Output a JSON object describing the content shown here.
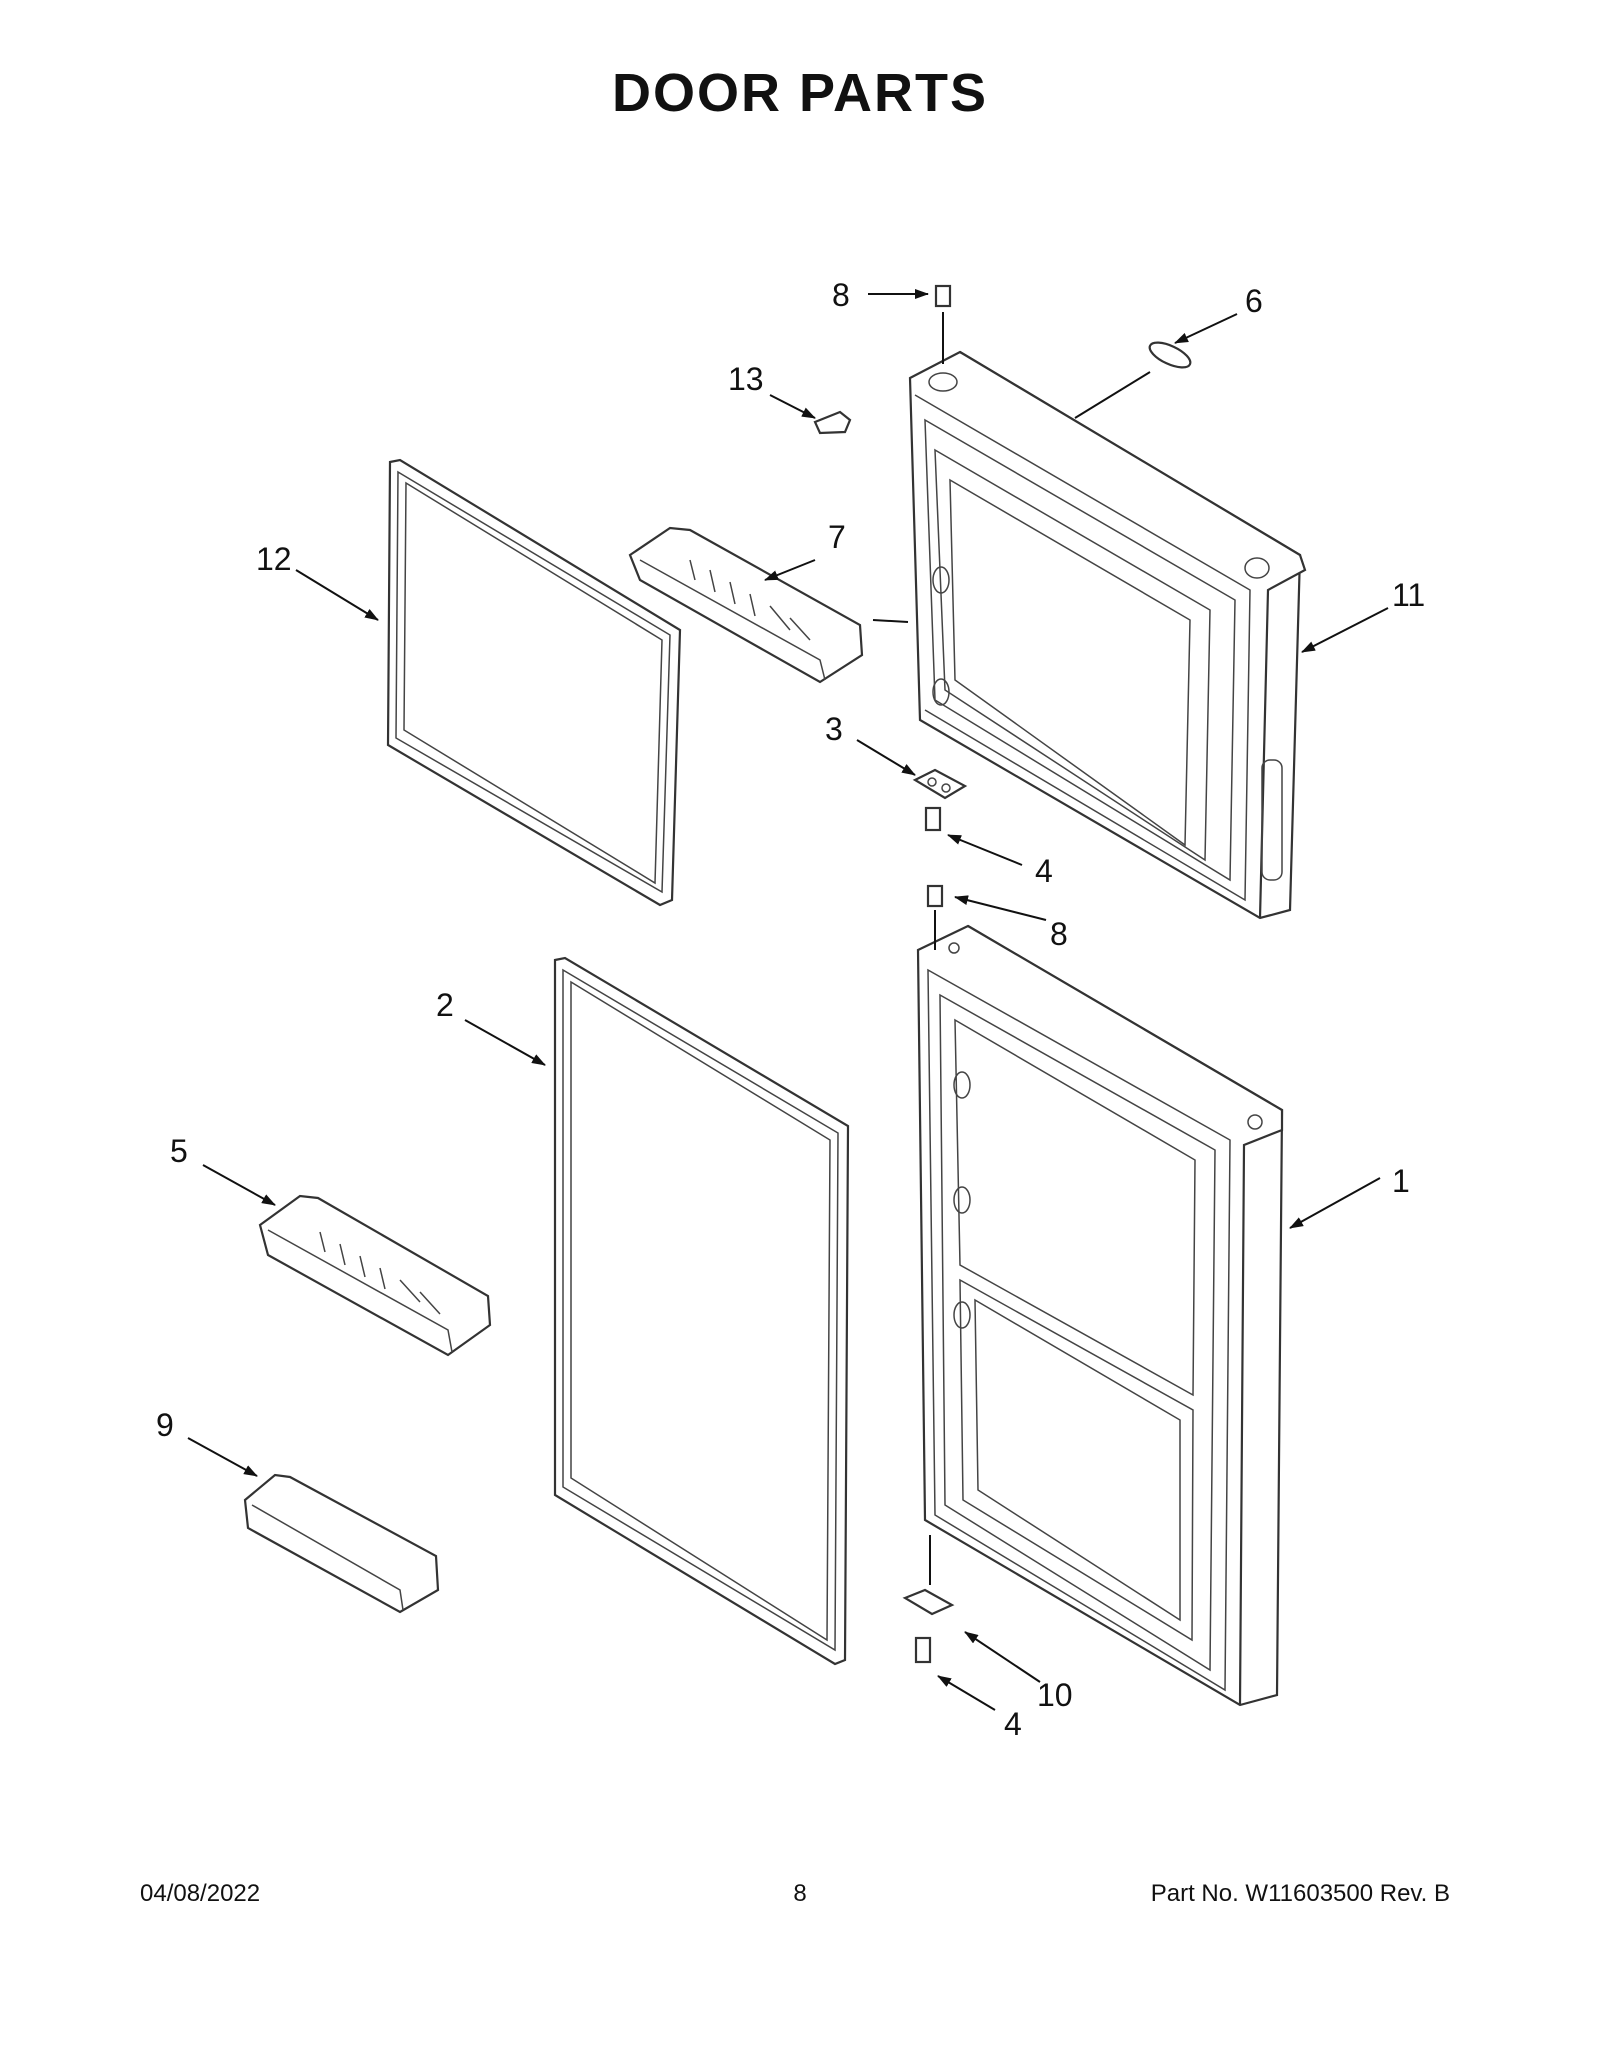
{
  "page": {
    "title": "DOOR PARTS",
    "date": "04/08/2022",
    "page_number": "8",
    "part_number": "Part No.  W11603500   Rev.  B"
  },
  "callouts": [
    {
      "id": "c1",
      "label": "1"
    },
    {
      "id": "c2",
      "label": "2"
    },
    {
      "id": "c3",
      "label": "3"
    },
    {
      "id": "c4a",
      "label": "4"
    },
    {
      "id": "c4b",
      "label": "4"
    },
    {
      "id": "c5",
      "label": "5"
    },
    {
      "id": "c6",
      "label": "6"
    },
    {
      "id": "c7",
      "label": "7"
    },
    {
      "id": "c8a",
      "label": "8"
    },
    {
      "id": "c8b",
      "label": "8"
    },
    {
      "id": "c9",
      "label": "9"
    },
    {
      "id": "c10",
      "label": "10"
    },
    {
      "id": "c11",
      "label": "11"
    },
    {
      "id": "c12",
      "label": "12"
    },
    {
      "id": "c13",
      "label": "13"
    }
  ]
}
